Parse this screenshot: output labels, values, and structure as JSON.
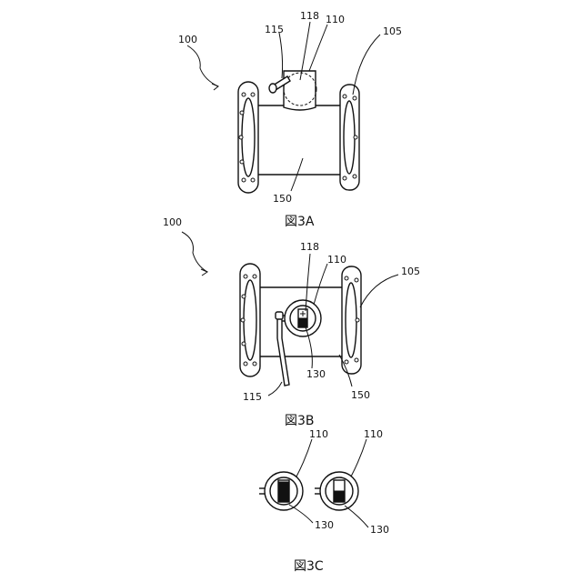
{
  "figures": {
    "fig3a": {
      "caption": "図3A",
      "labels": {
        "assembly": "100",
        "meter_body": "105",
        "dial": "110",
        "lever": "115",
        "indicator": "118",
        "pipe": "150"
      }
    },
    "fig3b": {
      "caption": "図3B",
      "labels": {
        "assembly": "100",
        "meter_body": "105",
        "dial": "110",
        "lever": "115",
        "indicator": "118",
        "window": "130",
        "pipe": "150"
      }
    },
    "fig3c": {
      "caption": "図3C",
      "left": {
        "dial": "110",
        "window": "130"
      },
      "right": {
        "dial": "110",
        "window": "130"
      }
    }
  }
}
